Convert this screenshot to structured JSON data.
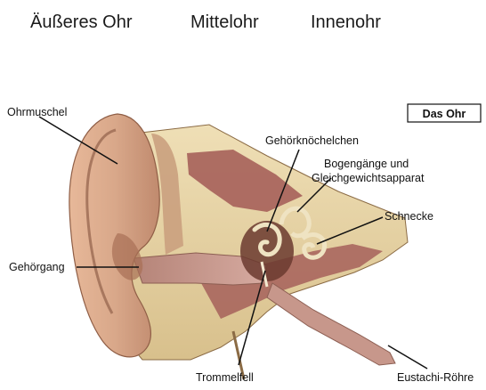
{
  "header": {
    "outer_ear": "Äußeres Ohr",
    "middle_ear": "Mittelohr",
    "inner_ear": "Innenohr"
  },
  "figure": {
    "title": "Das Ohr",
    "labels": {
      "ohrmuschel": "Ohrmuschel",
      "gehoerknoechelchen": "Gehörknöchelchen",
      "bogengaenge_line1": "Bogengänge und",
      "bogengaenge_line2": "Gleichgewichtsapparat",
      "schnecke": "Schnecke",
      "gehoergang": "Gehörgang",
      "trommelfell": "Trommelfell",
      "eustachi": "Eustachi-Röhre"
    }
  },
  "colors": {
    "skin": "#d9a88a",
    "skin_dark": "#b27b62",
    "bone": "#e9d5a8",
    "tissue_red": "#a6605a",
    "canal": "#c79a92"
  }
}
